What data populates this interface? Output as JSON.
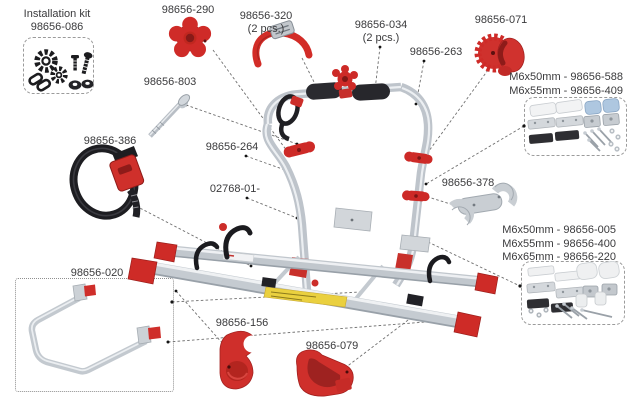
{
  "installation_kit": {
    "title": "Installation kit",
    "part_no": "98656-086"
  },
  "labels": {
    "p290": "98656-290",
    "p320": "98656-320",
    "p320_qty": "(2 pcs.)",
    "p034": "98656-034",
    "p034_qty": "(2 pcs.)",
    "p071": "98656-071",
    "p263": "98656-263",
    "p803": "98656-803",
    "p386": "98656-386",
    "p264": "98656-264",
    "p027": "02768-01-",
    "p378": "98656-378",
    "p020": "98656-020",
    "p156": "98656-156",
    "p079": "98656-079"
  },
  "kits": {
    "top_right": {
      "lines": [
        "M6x50mm - 98656-588",
        "M6x55mm - 98656-409"
      ]
    },
    "bottom_right": {
      "lines": [
        "M6x50mm - 98656-005",
        "M6x55mm - 98656-400",
        "M6x65mm - 98656-220"
      ]
    }
  },
  "colors": {
    "accent_red": "#cf2b27",
    "dark_red": "#8e1b19",
    "tube_gray": "#c1c7cd",
    "foam_black": "#2a2a2f",
    "sticker_yellow": "#ead03f",
    "pad_blue": "#aec7e0",
    "label_text": "#3a3a3c"
  }
}
